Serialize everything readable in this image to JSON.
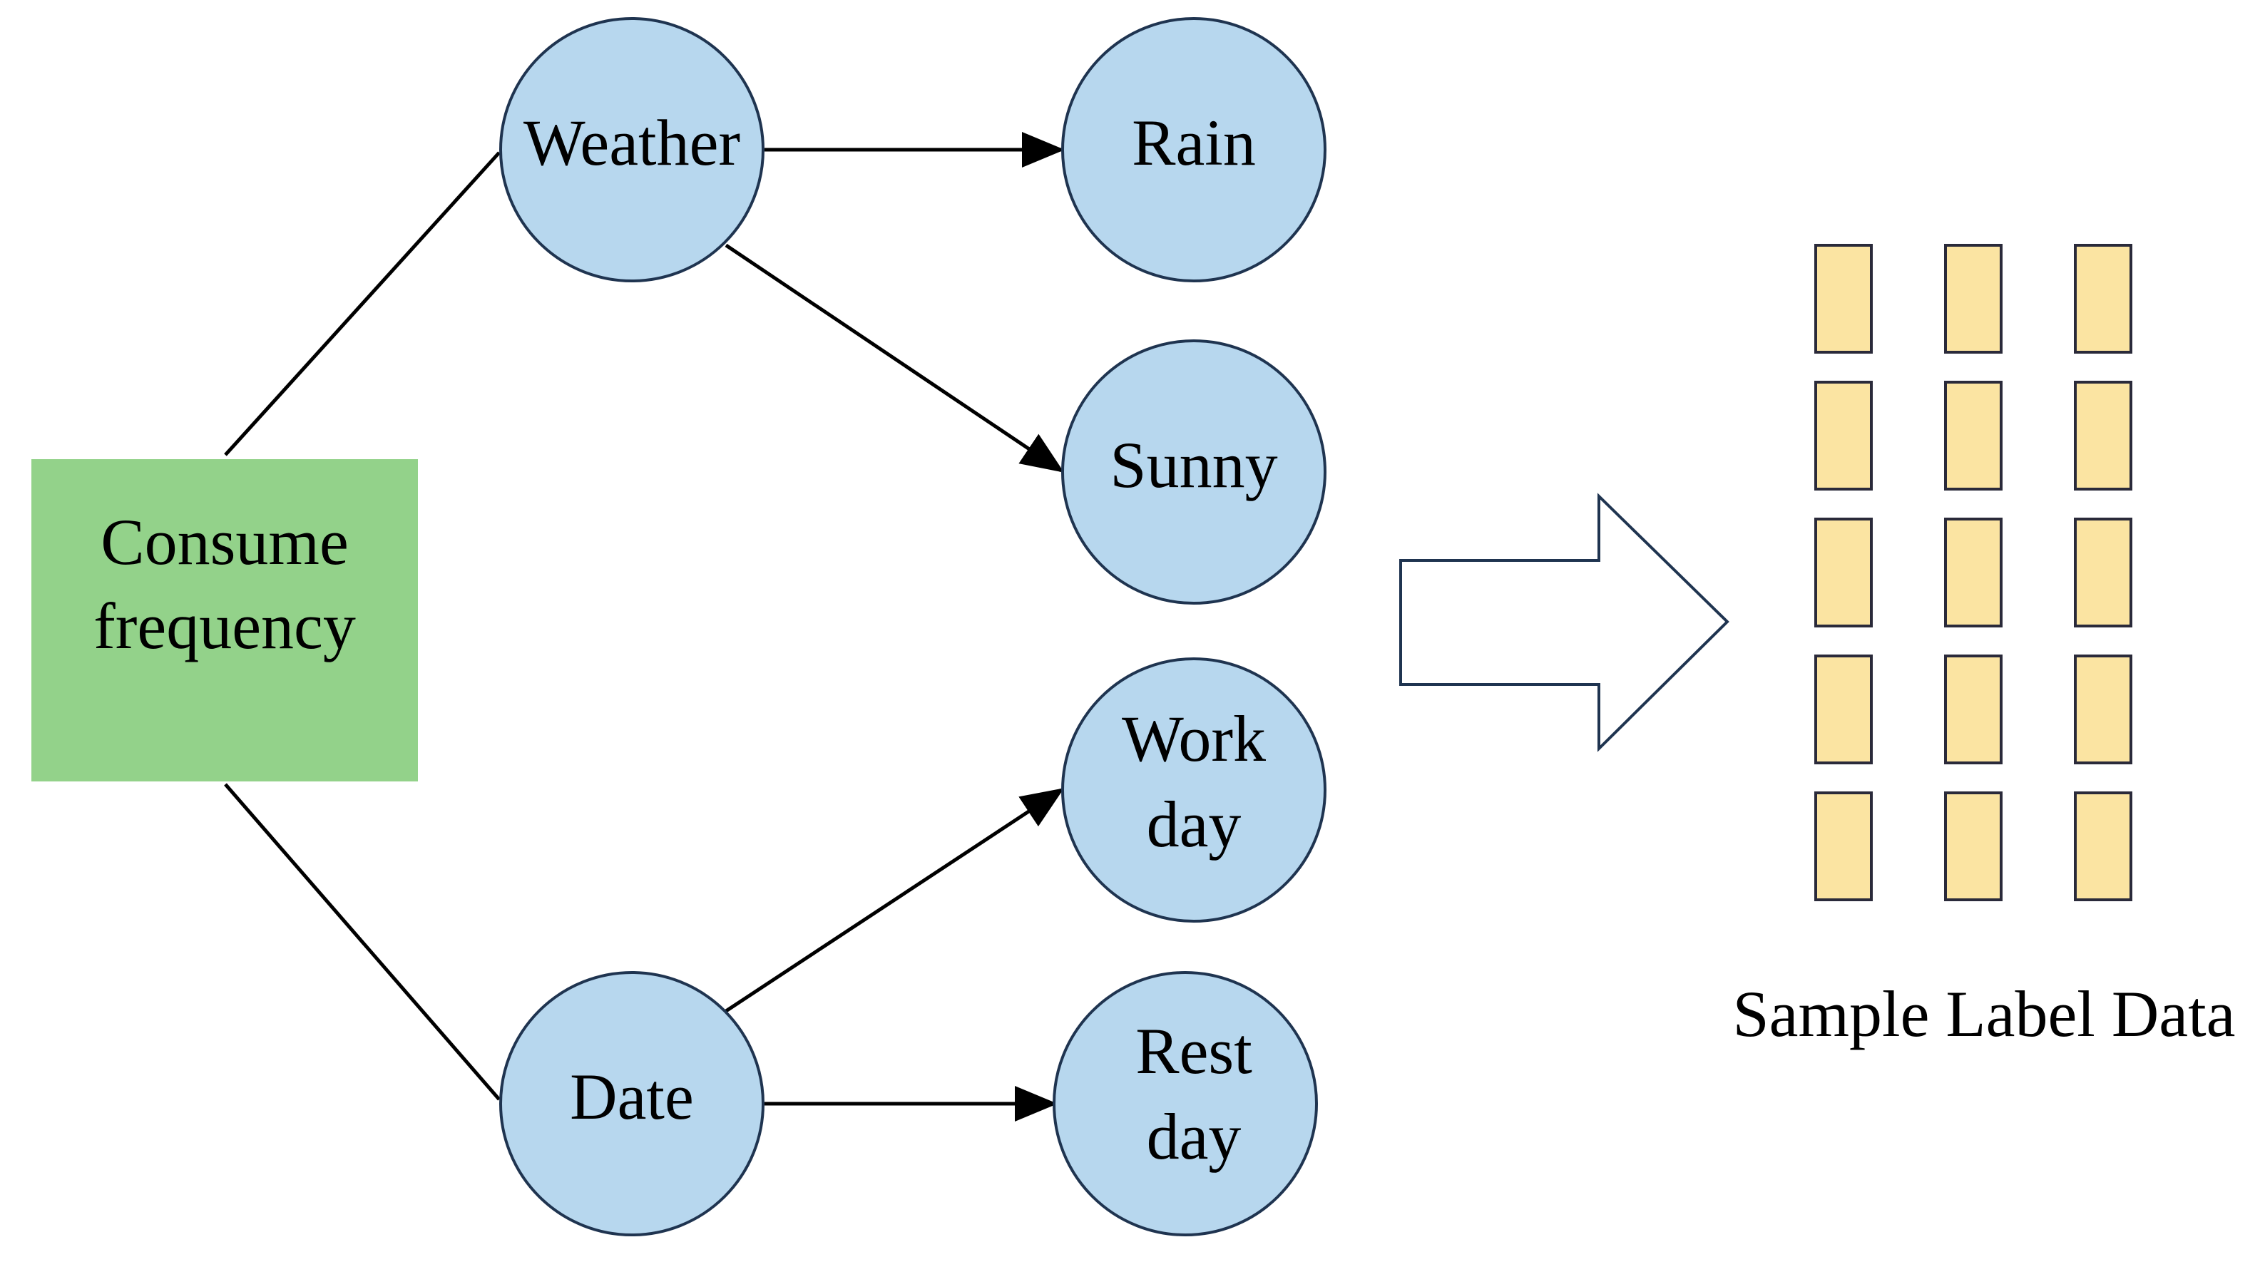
{
  "colors": {
    "root_fill": "#93d28a",
    "circle_fill": "#b7d7ee",
    "circle_stroke": "#1f3450",
    "label_data_fill": "#fbe4a2",
    "label_data_stroke": "#2a2a3a",
    "line": "#000000"
  },
  "nodes": {
    "root": {
      "line1": "Consume",
      "line2": "frequency"
    },
    "weather": {
      "label": "Weather"
    },
    "date": {
      "label": "Date"
    },
    "rain": {
      "label": "Rain"
    },
    "sunny": {
      "label": "Sunny"
    },
    "workday": {
      "line1": "Work",
      "line2": "day"
    },
    "restday": {
      "line1": "Rest",
      "line2": "day"
    }
  },
  "sample": {
    "caption": "Sample Label Data",
    "columns": 3,
    "rows": 5
  }
}
